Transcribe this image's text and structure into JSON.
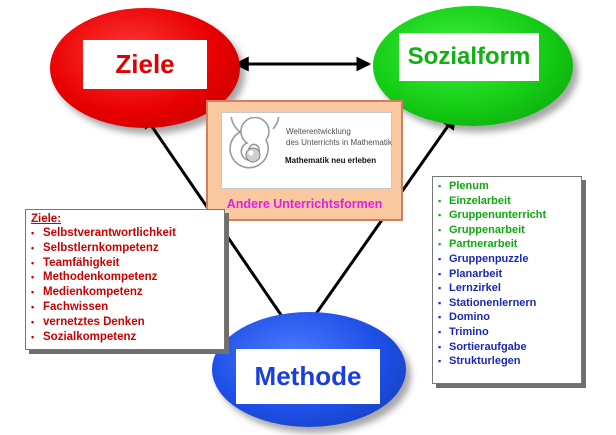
{
  "nodes": {
    "ziele": "Ziele",
    "sozialform": "Sozialform",
    "methode": "Methode"
  },
  "center": {
    "logo_line1": "Weiterentwicklung",
    "logo_line2": "des Unterrichts in Mathematik",
    "slogan": "Mathematik neu erleben",
    "title": "Andere Unterrichtsformen"
  },
  "ziele_list": {
    "heading": "Ziele:",
    "items": [
      "Selbstverantwortlichkeit",
      "Selbstlernkompetenz",
      "Teamfähigkeit",
      "Methodenkompetenz",
      "Medienkompetenz",
      "Fachwissen",
      "vernetztes Denken",
      "Sozialkompetenz"
    ]
  },
  "sozial_list": {
    "items": [
      "Plenum",
      "Einzelarbeit",
      "Gruppenunterricht",
      "Gruppenarbeit",
      "Partnerarbeit",
      "Gruppenpuzzle",
      "Planarbeit",
      "Lernzirkel",
      "Stationenlernern",
      "Domino",
      "Trimino",
      "Sortieraufgabe",
      "Strukturlegen"
    ],
    "green_count": 5
  },
  "colors": {
    "ziele": "#e80000",
    "sozialform": "#14cc14",
    "methode": "#1e4fe6",
    "center_title": "#e020e0",
    "panel": "#f9c8a0"
  }
}
